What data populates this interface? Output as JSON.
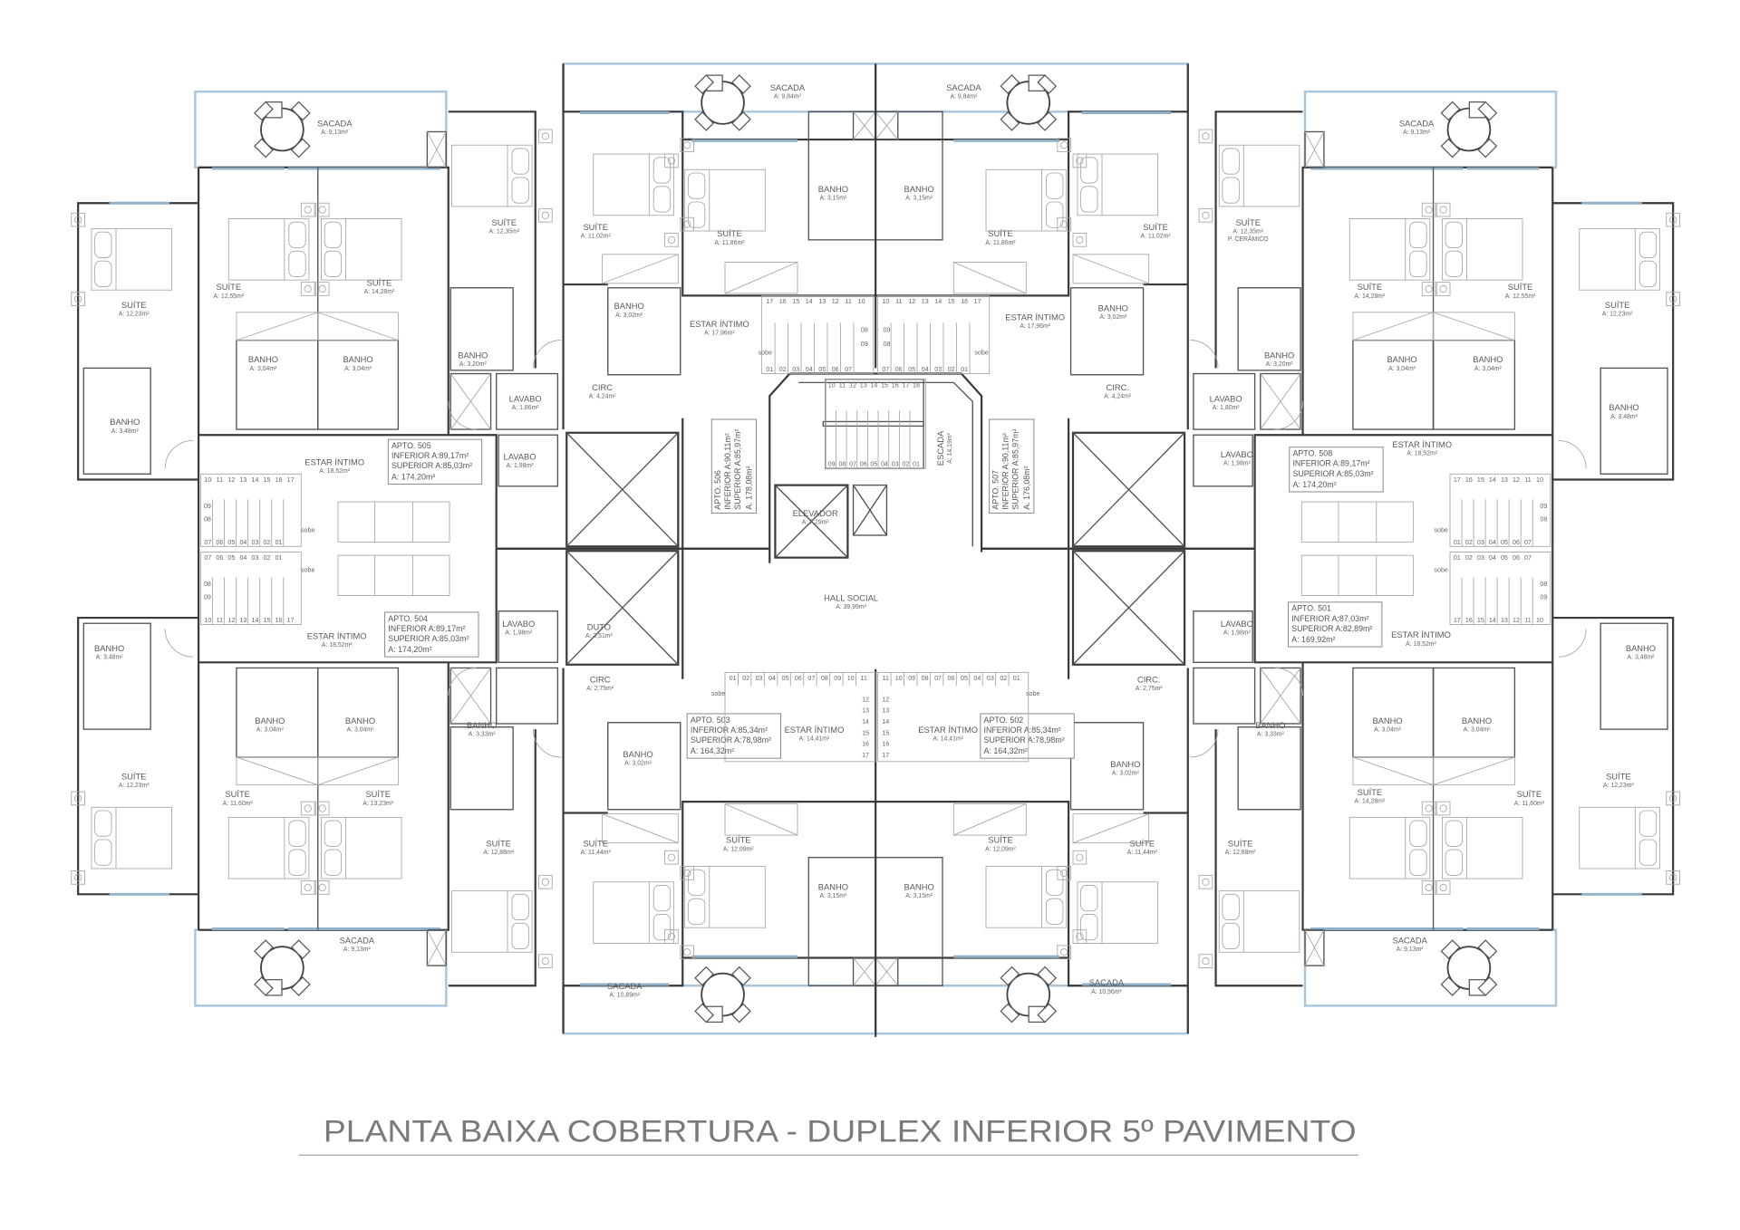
{
  "title": "PLANTA BAIXA  COBERTURA - DUPLEX INFERIOR 5º PAVIMENTO",
  "colors": {
    "walls": "#3a3a3a",
    "balcony": "#a9c6dc",
    "window": "#8fb0c8",
    "text": "#5a5a5a"
  },
  "rooms": [
    {
      "name": "SACADA",
      "area": "A: 9,13m²"
    },
    {
      "name": "SUÍTE",
      "area": "A: 12,23m²"
    },
    {
      "name": "SUÍTE",
      "area": "A: 12,55m²"
    },
    {
      "name": "SUÍTE",
      "area": "A: 14,28m²"
    },
    {
      "name": "BANHO",
      "area": "A: 3,04m²"
    },
    {
      "name": "BANHO",
      "area": "A: 3,04m²"
    },
    {
      "name": "BANHO",
      "area": "A: 3,48m²"
    },
    {
      "name": "SUÍTE",
      "area": "A: 12,35m²"
    },
    {
      "name": "BANHO",
      "area": "A: 3,20m²"
    },
    {
      "name": "LAVABO",
      "area": "A: 1,86m²"
    },
    {
      "name": "ESTAR ÍNTIMO",
      "area": "A: 18,52m²"
    },
    {
      "name": "LAVABO",
      "area": "A: 1,98m²"
    },
    {
      "name": "SACADA",
      "area": "A: 9,84m²"
    },
    {
      "name": "SACADA",
      "area": "A: 9,84m²"
    },
    {
      "name": "SUÍTE",
      "area": "A: 11,02m²"
    },
    {
      "name": "SUÍTE",
      "area": "A: 11,86m²"
    },
    {
      "name": "BANHO",
      "area": "A: 3,15m²"
    },
    {
      "name": "BANHO",
      "area": "A: 3,15m²"
    },
    {
      "name": "SUÍTE",
      "area": "A: 11,86m²"
    },
    {
      "name": "SUÍTE",
      "area": "A: 11,02m²"
    },
    {
      "name": "BANHO",
      "area": "A: 3,02m²"
    },
    {
      "name": "ESTAR ÍNTIMO",
      "area": "A: 17,96m²"
    },
    {
      "name": "ESTAR ÍNTIMO",
      "area": "A: 17,96m²"
    },
    {
      "name": "BANHO",
      "area": "A: 3,02m²"
    },
    {
      "name": "CIRC",
      "area": "A: 4,24m²"
    },
    {
      "name": "CIRC.",
      "area": "A: 4,24m²"
    },
    {
      "name": "ELEVADOR",
      "area": "A: 7,29m²"
    },
    {
      "name": "HALL SOCIAL",
      "area": "A: 39,99m²"
    },
    {
      "name": "DUTO",
      "area": "A: 3,51m²"
    },
    {
      "name": "SACADA",
      "area": "A: 9,13m²"
    },
    {
      "name": "SUÍTE",
      "area": "A: 12,35m²",
      "note": "P. CERÂMICO"
    },
    {
      "name": "SUÍTE",
      "area": "A: 14,28m²"
    },
    {
      "name": "SUÍTE",
      "area": "A: 12,55m²"
    },
    {
      "name": "SUÍTE",
      "area": "A: 12,23m²"
    },
    {
      "name": "BANHO",
      "area": "A: 3,20m²"
    },
    {
      "name": "BANHO",
      "area": "A: 3,04m²"
    },
    {
      "name": "BANHO",
      "area": "A: 3,04m²"
    },
    {
      "name": "BANHO",
      "area": "A: 3,48m²"
    },
    {
      "name": "LAVABO",
      "area": "A: 1,80m²"
    },
    {
      "name": "LAVABO",
      "area": "A: 1,98m²"
    },
    {
      "name": "ESTAR ÍNTIMO",
      "area": "A: 18,52m²"
    },
    {
      "name": "LAVABO",
      "area": "A: 1,98m²"
    },
    {
      "name": "ESTAR ÍNTIMO",
      "area": "A: 18,52m²"
    },
    {
      "name": "BANHO",
      "area": "A: 3,48m²"
    },
    {
      "name": "CIRC.",
      "area": "A: 2,75m²"
    },
    {
      "name": "BANHO",
      "area": "A: 3,33m²"
    },
    {
      "name": "BANHO",
      "area": "A: 3,04m²"
    },
    {
      "name": "BANHO",
      "area": "A: 3,04m²"
    },
    {
      "name": "SUÍTE",
      "area": "A: 12,23m²"
    },
    {
      "name": "SUÍTE",
      "area": "A: 14,28m²"
    },
    {
      "name": "SUÍTE",
      "area": "A: 11,60m²"
    },
    {
      "name": "SUÍTE",
      "area": "A: 12,88m²"
    },
    {
      "name": "SACADA",
      "area": "A: 9,13m²"
    },
    {
      "name": "CIRC",
      "area": "A: 2,75m²"
    },
    {
      "name": "ESTAR ÍNTIMO",
      "area": "A: 14,41m²"
    },
    {
      "name": "ESTAR ÍNTIMO",
      "area": "A: 14,41m²"
    },
    {
      "name": "BANHO",
      "area": "A: 3,02m²"
    },
    {
      "name": "BANHO",
      "area": "A: 3,02m²"
    },
    {
      "name": "SUÍTE",
      "area": "A: 11,44m²"
    },
    {
      "name": "SUÍTE",
      "area": "A: 12,09m²"
    },
    {
      "name": "SUÍTE",
      "area": "A: 12,09m²"
    },
    {
      "name": "SUÍTE",
      "area": "A: 11,44m²"
    },
    {
      "name": "BANHO",
      "area": "A: 3,15m²"
    },
    {
      "name": "BANHO",
      "area": "A: 3,15m²"
    },
    {
      "name": "SACADA",
      "area": "A: 10,89m²"
    },
    {
      "name": "SACADA",
      "area": "A: 10,96m²"
    },
    {
      "name": "ESTAR ÍNTIMO",
      "area": "A: 18,52m²"
    },
    {
      "name": "LAVABO",
      "area": "A: 1,98m²"
    },
    {
      "name": "BANHO",
      "area": "A: 3,48m²"
    },
    {
      "name": "SUÍTE",
      "area": "A: 12,23m²"
    },
    {
      "name": "BANHO",
      "area": "A: 3,04m²"
    },
    {
      "name": "BANHO",
      "area": "A: 3,04m²"
    },
    {
      "name": "BANHO",
      "area": "A: 3,33m²"
    },
    {
      "name": "SUÍTE",
      "area": "A: 11,60m²"
    },
    {
      "name": "SUÍTE",
      "area": "A: 13,23m²"
    },
    {
      "name": "SUÍTE",
      "area": "A: 12,88m²"
    },
    {
      "name": "SACADA",
      "area": "A: 9,13m²"
    }
  ],
  "escada": {
    "name": "ESCADA",
    "area": "A: 14,19m²"
  },
  "apartments": [
    {
      "label": "APTO. 505",
      "inferior": "INFERIOR A:89,17m²",
      "superior": "SUPERIOR A:85,03m²",
      "total": "A: 174,20m²"
    },
    {
      "label": "APTO. 504",
      "inferior": "INFERIOR A:89,17m²",
      "superior": "SUPERIOR A:85,03m²",
      "total": "A: 174,20m²"
    },
    {
      "label": "APTO. 508",
      "inferior": "INFERIOR A:89,17m²",
      "superior": "SUPERIOR A:85,03m²",
      "total": "A: 174,20m²"
    },
    {
      "label": "APTO. 501",
      "inferior": "INFERIOR A:87,03m²",
      "superior": "SUPERIOR A:82,89m²",
      "total": "A: 169,92m²"
    },
    {
      "label": "APTO. 503",
      "inferior": "INFERIOR A:85,34m²",
      "superior": "SUPERIOR A:78,98m²",
      "total": "A: 164,32m²"
    },
    {
      "label": "APTO. 502",
      "inferior": "INFERIOR A:85,34m²",
      "superior": "SUPERIOR A:78,98m²",
      "total": "A: 164,32m²"
    },
    {
      "label": "APTO. 506",
      "inferior": "INFERIOR A:90,11m²",
      "superior": "SUPERIOR A:85,97m²",
      "total": "A. 178,08m²"
    },
    {
      "label": "APTO. 507",
      "inferior": "INFERIOR A:90,11m²",
      "superior": "SUPERIOR A:85,97m²",
      "total": "A. 176,08m²"
    }
  ],
  "stairs": {
    "sobe_label": "sobe",
    "steps": [
      "01",
      "02",
      "03",
      "04",
      "05",
      "06",
      "07",
      "08",
      "09",
      "10",
      "11",
      "12",
      "13",
      "14",
      "15",
      "16",
      "17",
      "18"
    ]
  }
}
